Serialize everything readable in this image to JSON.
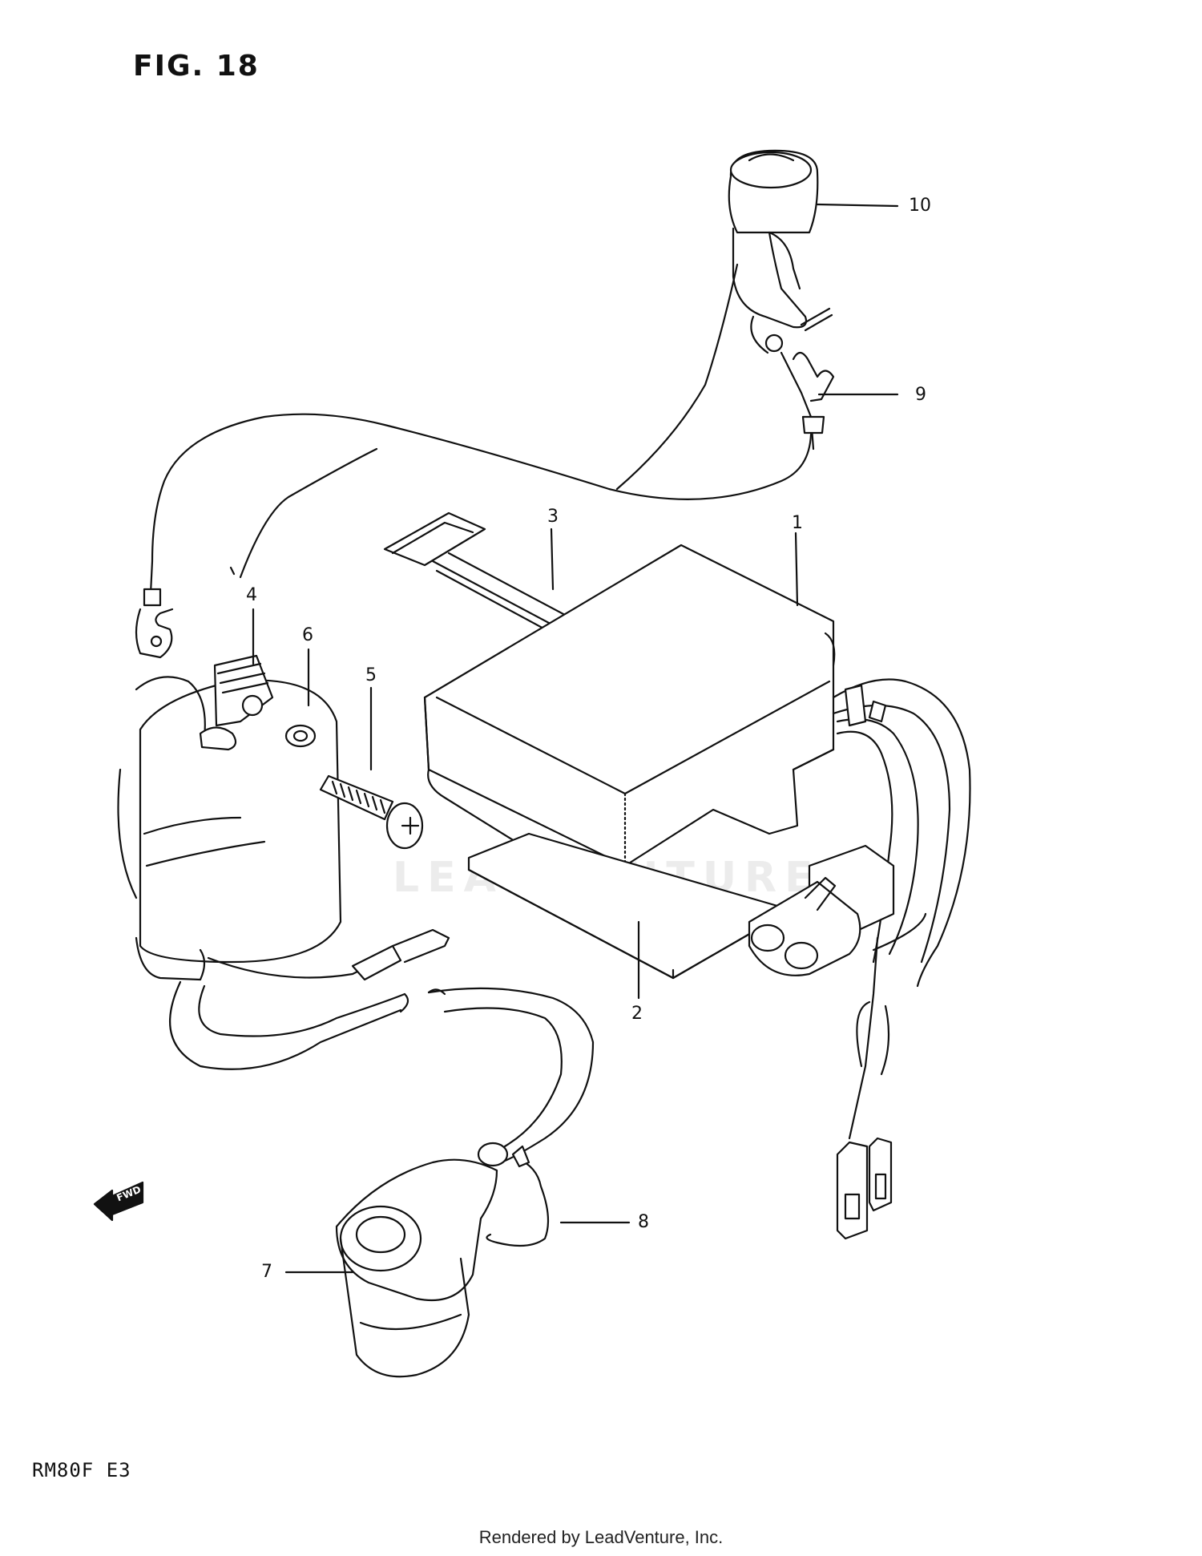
{
  "figure": {
    "title": "FIG. 18",
    "model_code": "RM80F E3",
    "footer": "Rendered by LeadVenture, Inc.",
    "watermark": "LEADVENTURE",
    "fwd_arrow_label": "FWD"
  },
  "callouts": [
    "1",
    "2",
    "3",
    "4",
    "5",
    "6",
    "7",
    "8",
    "9",
    "10"
  ],
  "colors": {
    "line": "#111111",
    "watermark": "#ececec",
    "background": "#ffffff"
  }
}
